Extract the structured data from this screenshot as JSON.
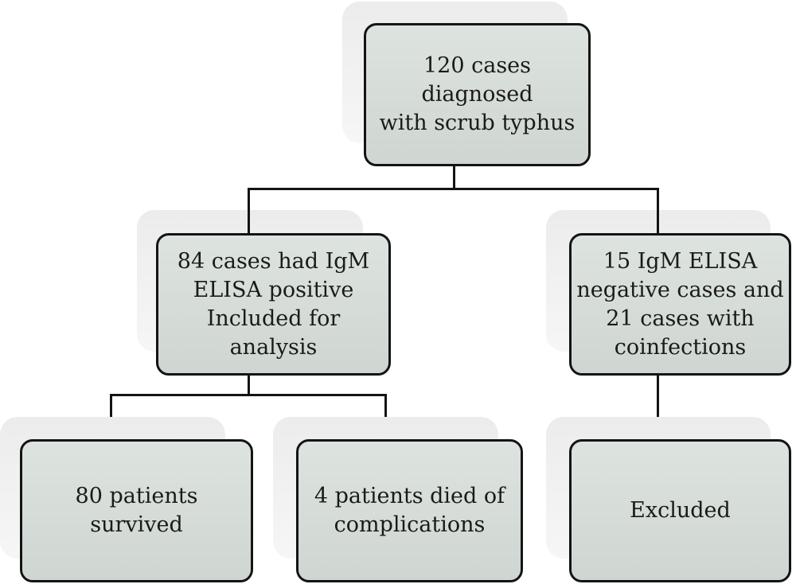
{
  "diagram": {
    "nodes": {
      "root": "120 cases diagnosed\nwith scrub typhus",
      "positive": "84 cases had IgM\nELISA positive\nIncluded for analysis",
      "excluded_cases": "15 IgM ELISA\nnegative cases and\n21 cases with\ncoinfections",
      "survived": "80 patients survived",
      "died": "4 patients died of\ncomplications",
      "excluded": "Excluded"
    },
    "edges": [
      [
        "root",
        "positive"
      ],
      [
        "root",
        "excluded_cases"
      ],
      [
        "positive",
        "survived"
      ],
      [
        "positive",
        "died"
      ],
      [
        "excluded_cases",
        "excluded"
      ]
    ],
    "colors": {
      "box_fill": "#d4dbd7",
      "box_border": "#141414",
      "shadow": "#eeeeee",
      "connector": "#141414"
    }
  }
}
